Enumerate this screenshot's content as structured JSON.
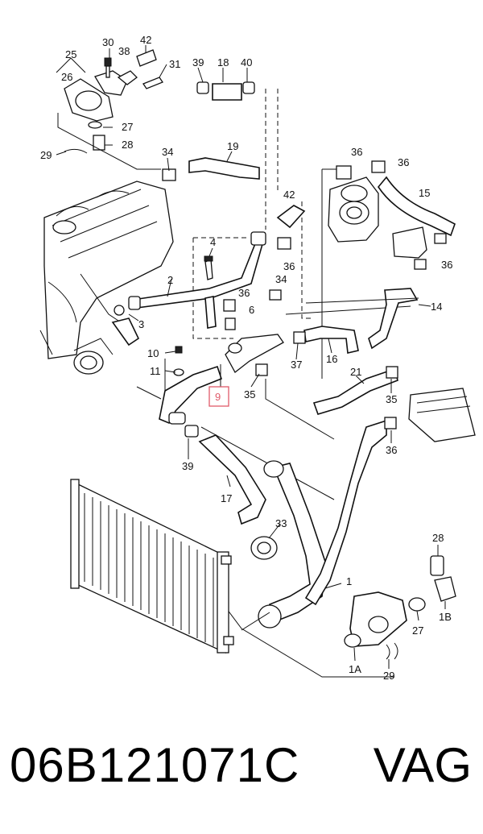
{
  "callouts": {
    "c30": "30",
    "c42a": "42",
    "c25": "25",
    "c38": "38",
    "c39a": "39",
    "c18": "18",
    "c40": "40",
    "c26": "26",
    "c31": "31",
    "c27a": "27",
    "c29a": "29",
    "c28a": "28",
    "c34a": "34",
    "c19": "19",
    "c36a": "36",
    "c36b": "36",
    "c15": "15",
    "c42b": "42",
    "c4": "4",
    "c36c": "36",
    "c36d": "36",
    "c36e": "36",
    "c2": "2",
    "c34b": "34",
    "c6": "6",
    "c14": "14",
    "c3": "3",
    "c10": "10",
    "c11": "11",
    "c9": "9",
    "c35a": "35",
    "c37": "37",
    "c16": "16",
    "c21": "21",
    "c35b": "35",
    "c36f": "36",
    "c39b": "39",
    "c17": "17",
    "c33": "33",
    "c1": "1",
    "c28b": "28",
    "c27b": "27",
    "c1B": "1B",
    "c1A": "1A",
    "c29b": "29"
  },
  "highlight_color": "#e05a6a",
  "caption": {
    "part_number": "06B121071C",
    "brand": "VAG"
  }
}
